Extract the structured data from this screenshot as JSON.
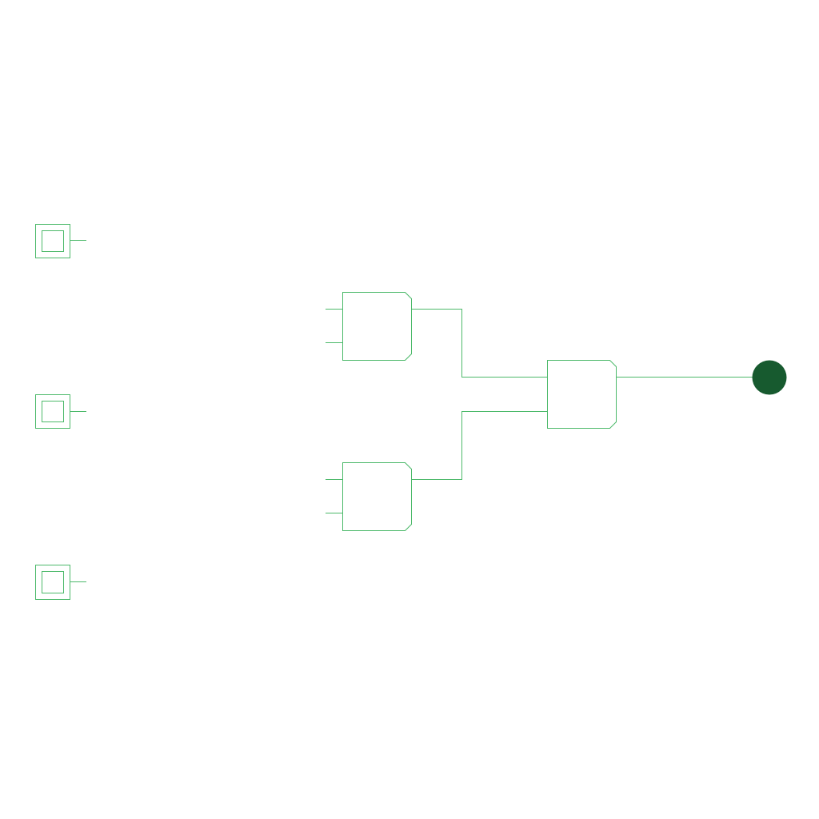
{
  "diagram": {
    "kind": "logic-circuit",
    "colors": {
      "background": "#ffffff",
      "stroke": "#4cb96a",
      "output_fill": "#175a2f"
    },
    "inputs": [
      {
        "id": "in-1",
        "icon": "input-switch-icon"
      },
      {
        "id": "in-2",
        "icon": "input-switch-icon"
      },
      {
        "id": "in-3",
        "icon": "input-switch-icon"
      }
    ],
    "gates": [
      {
        "id": "gate-upper",
        "inputs": 2
      },
      {
        "id": "gate-lower",
        "inputs": 2
      },
      {
        "id": "gate-final",
        "inputs": 2
      }
    ],
    "connections": [
      {
        "from": "gate-upper",
        "to": "gate-final"
      },
      {
        "from": "gate-lower",
        "to": "gate-final"
      },
      {
        "from": "gate-final",
        "to": "output"
      }
    ],
    "output": {
      "id": "output",
      "icon": "output-lamp-icon"
    }
  }
}
